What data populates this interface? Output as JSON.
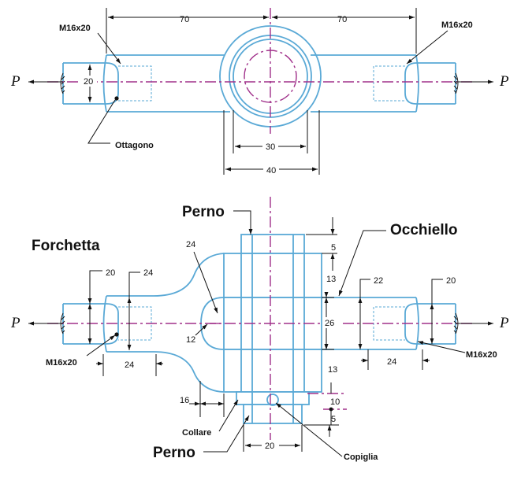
{
  "top_view": {
    "dim_left_70": "70",
    "dim_right_70": "70",
    "thread_left": "M16x20",
    "thread_right": "M16x20",
    "dim_20": "20",
    "dim_30": "30",
    "dim_40": "40",
    "octagon_label": "Ottagono",
    "load_left": "P",
    "load_right": "P"
  },
  "bottom_view": {
    "pin_top_label": "Perno",
    "pin_bottom_label": "Perno",
    "fork_label": "Forchetta",
    "eye_label": "Occhiello",
    "collar_label": "Collare",
    "cotter_label": "Copiglia",
    "dim_24_radius": "24",
    "dim_20_left": "20",
    "dim_24_left": "24",
    "dim_12": "12",
    "thread_left": "M16x20",
    "dim_24_below_left": "24",
    "dim_16": "16",
    "dim_5_top": "5",
    "dim_13_top": "13",
    "dim_22": "22",
    "dim_20_right": "20",
    "dim_26": "26",
    "thread_right": "M16x20",
    "dim_24_below_right": "24",
    "dim_13_bottom": "13",
    "dim_10": "10",
    "dim_5_bottom": "5",
    "dim_20_bottom": "20",
    "load_left": "P",
    "load_right": "P"
  }
}
